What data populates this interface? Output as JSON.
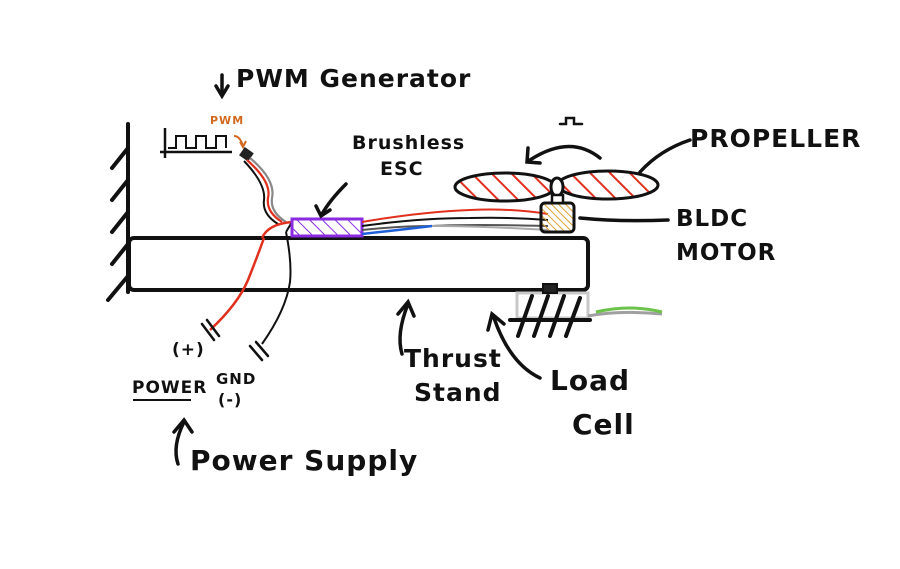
{
  "labels": {
    "pwm_generator": "PWM Generator",
    "pwm_signal": "PWM",
    "brushless_esc_line1": "Brushless",
    "brushless_esc_line2": "ESC",
    "propeller": "PROPELLER",
    "bldc_line1": "BLDC",
    "bldc_line2": "MOTOR",
    "thrust_line1": "Thrust",
    "thrust_line2": "Stand",
    "load_line1": "Load",
    "load_line2": "Cell",
    "power": "POWER",
    "gnd": "GND",
    "minus": "(-)",
    "plus": "(+)",
    "power_supply": "Power Supply"
  },
  "colors": {
    "ink": "#111111",
    "wire_red": "#e0301e",
    "wire_blue": "#1f5fd6",
    "wire_green": "#6cc24a",
    "wire_gray": "#a0a0a0",
    "esc_purple": "#8a2be2",
    "motor_orange": "#e0a030",
    "pwm_orange": "#d2691e",
    "prop_hatch": "#e0301e"
  }
}
